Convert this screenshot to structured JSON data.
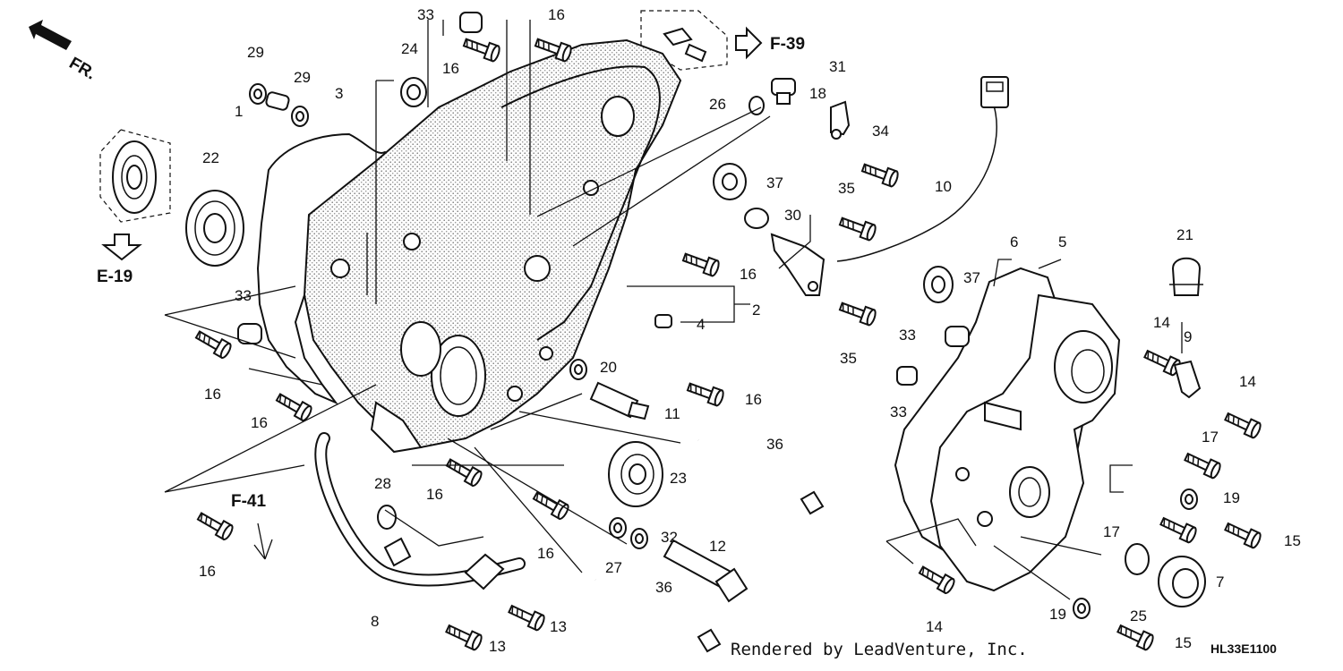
{
  "arrows": {
    "front": "FR.",
    "e19": "E-19",
    "f39": "F-39",
    "f41": "F-41"
  },
  "labels": [
    {
      "id": "p1",
      "text": "1"
    },
    {
      "id": "p2",
      "text": "2"
    },
    {
      "id": "p3",
      "text": "3"
    },
    {
      "id": "p4",
      "text": "4"
    },
    {
      "id": "p5",
      "text": "5"
    },
    {
      "id": "p6",
      "text": "6"
    },
    {
      "id": "p7",
      "text": "7"
    },
    {
      "id": "p8",
      "text": "8"
    },
    {
      "id": "p9",
      "text": "9"
    },
    {
      "id": "p10",
      "text": "10"
    },
    {
      "id": "p11",
      "text": "11"
    },
    {
      "id": "p12",
      "text": "12"
    },
    {
      "id": "p13a",
      "text": "13"
    },
    {
      "id": "p13b",
      "text": "13"
    },
    {
      "id": "p14a",
      "text": "14"
    },
    {
      "id": "p14b",
      "text": "14"
    },
    {
      "id": "p14c",
      "text": "14"
    },
    {
      "id": "p15a",
      "text": "15"
    },
    {
      "id": "p15b",
      "text": "15"
    },
    {
      "id": "p16a",
      "text": "16"
    },
    {
      "id": "p16b",
      "text": "16"
    },
    {
      "id": "p16c",
      "text": "16"
    },
    {
      "id": "p16d",
      "text": "16"
    },
    {
      "id": "p16e",
      "text": "16"
    },
    {
      "id": "p16f",
      "text": "16"
    },
    {
      "id": "p16g",
      "text": "16"
    },
    {
      "id": "p16h",
      "text": "16"
    },
    {
      "id": "p16i",
      "text": "16"
    },
    {
      "id": "p16j",
      "text": "16"
    },
    {
      "id": "p17a",
      "text": "17"
    },
    {
      "id": "p17b",
      "text": "17"
    },
    {
      "id": "p18",
      "text": "18"
    },
    {
      "id": "p19a",
      "text": "19"
    },
    {
      "id": "p19b",
      "text": "19"
    },
    {
      "id": "p20",
      "text": "20"
    },
    {
      "id": "p21",
      "text": "21"
    },
    {
      "id": "p22",
      "text": "22"
    },
    {
      "id": "p23",
      "text": "23"
    },
    {
      "id": "p24",
      "text": "24"
    },
    {
      "id": "p25",
      "text": "25"
    },
    {
      "id": "p26",
      "text": "26"
    },
    {
      "id": "p27",
      "text": "27"
    },
    {
      "id": "p28",
      "text": "28"
    },
    {
      "id": "p29a",
      "text": "29"
    },
    {
      "id": "p29b",
      "text": "29"
    },
    {
      "id": "p30",
      "text": "30"
    },
    {
      "id": "p31",
      "text": "31"
    },
    {
      "id": "p32",
      "text": "32"
    },
    {
      "id": "p33a",
      "text": "33"
    },
    {
      "id": "p33b",
      "text": "33"
    },
    {
      "id": "p33c",
      "text": "33"
    },
    {
      "id": "p33d",
      "text": "33"
    },
    {
      "id": "p34",
      "text": "34"
    },
    {
      "id": "p35a",
      "text": "35"
    },
    {
      "id": "p35b",
      "text": "35"
    },
    {
      "id": "p36a",
      "text": "36"
    },
    {
      "id": "p36b",
      "text": "36"
    },
    {
      "id": "p37a",
      "text": "37"
    },
    {
      "id": "p37b",
      "text": "37"
    }
  ],
  "footer": {
    "credit": "Rendered by LeadVenture, Inc.",
    "diagram_code": "HL33E1100"
  }
}
